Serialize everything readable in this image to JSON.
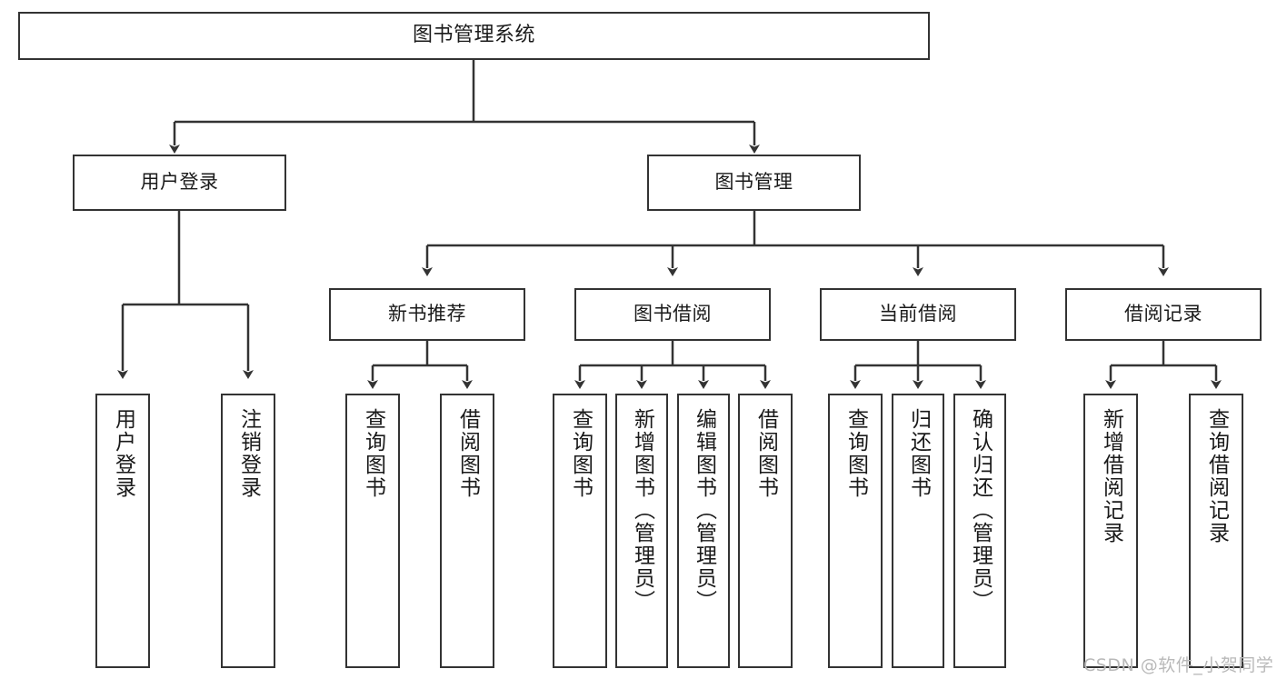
{
  "diagram": {
    "type": "hierarchy-tree",
    "title": "图书管理系统",
    "nodes": {
      "root": {
        "label": "图书管理系统"
      },
      "level1": [
        {
          "id": "user-login",
          "label": "用户登录"
        },
        {
          "id": "book-management",
          "label": "图书管理"
        }
      ],
      "level2": [
        {
          "id": "new-book-recommend",
          "label": "新书推荐",
          "parent": "book-management"
        },
        {
          "id": "book-borrow",
          "label": "图书借阅",
          "parent": "book-management"
        },
        {
          "id": "current-borrow",
          "label": "当前借阅",
          "parent": "book-management"
        },
        {
          "id": "borrow-record",
          "label": "借阅记录",
          "parent": "book-management"
        }
      ],
      "leaves": [
        {
          "id": "leaf-user-login",
          "label": "用户登录",
          "parent": "user-login"
        },
        {
          "id": "leaf-logout-login",
          "label": "注销登录",
          "parent": "user-login"
        },
        {
          "id": "leaf-query-book-1",
          "label": "查询图书",
          "parent": "new-book-recommend"
        },
        {
          "id": "leaf-borrow-book-1",
          "label": "借阅图书",
          "parent": "new-book-recommend"
        },
        {
          "id": "leaf-query-book-2",
          "label": "查询图书",
          "parent": "book-borrow"
        },
        {
          "id": "leaf-add-book",
          "label": "新增图书（管理员）",
          "parent": "book-borrow"
        },
        {
          "id": "leaf-edit-book",
          "label": "编辑图书（管理员）",
          "parent": "book-borrow"
        },
        {
          "id": "leaf-borrow-book-2",
          "label": "借阅图书",
          "parent": "book-borrow"
        },
        {
          "id": "leaf-query-book-3",
          "label": "查询图书",
          "parent": "current-borrow"
        },
        {
          "id": "leaf-return-book",
          "label": "归还图书",
          "parent": "current-borrow"
        },
        {
          "id": "leaf-confirm-return",
          "label": "确认归还（管理员）",
          "parent": "current-borrow"
        },
        {
          "id": "leaf-add-record",
          "label": "新增借阅记录",
          "parent": "borrow-record"
        },
        {
          "id": "leaf-query-record",
          "label": "查询借阅记录",
          "parent": "borrow-record"
        }
      ]
    },
    "colors": {
      "stroke": "#333333",
      "fill": "#ffffff",
      "text": "#1a1a1a",
      "watermark": "#b9b9b9"
    }
  },
  "watermark": {
    "text": "CSDN @软件_小贺同学"
  }
}
